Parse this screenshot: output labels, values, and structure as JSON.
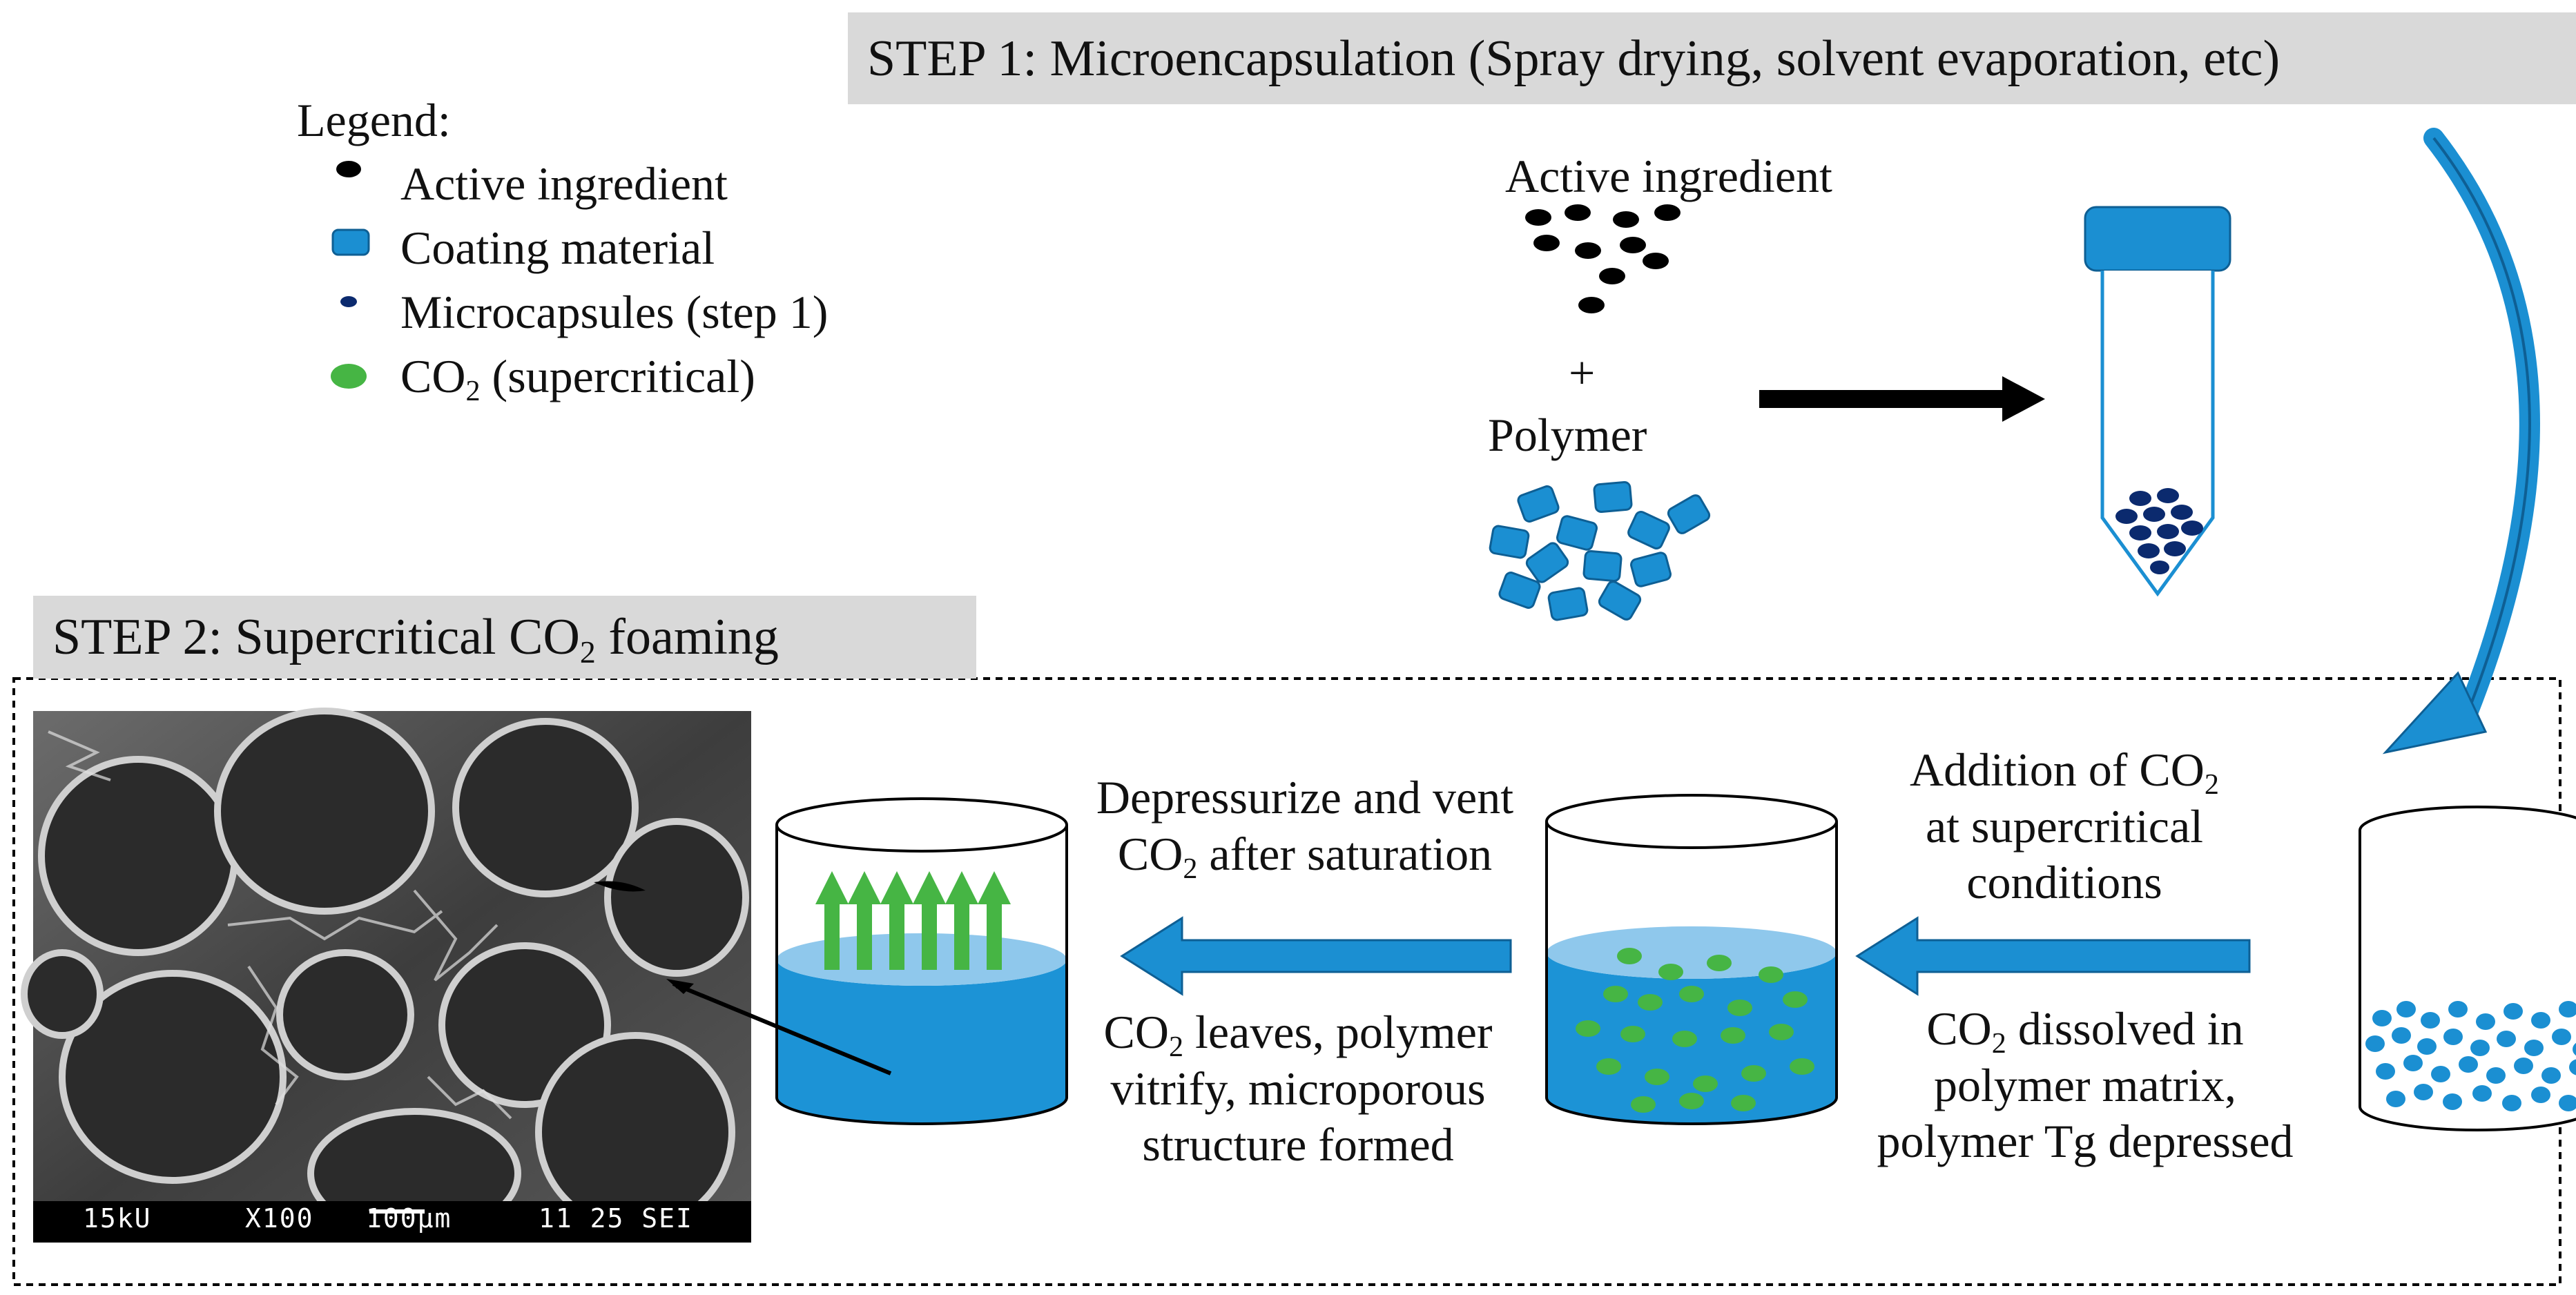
{
  "step1": {
    "banner": "STEP 1: Microencapsulation (Spray drying, solvent evaporation, etc)",
    "active_label": "Active ingredient",
    "plus": "+",
    "polymer_label": "Polymer"
  },
  "step2": {
    "banner_pre": "STEP 2: Supercritical CO",
    "banner_sub": "2",
    "banner_post": " foaming"
  },
  "legend": {
    "title": "Legend:",
    "active": "Active ingredient",
    "coating": "Coating material",
    "microcapsules": "Microcapsules (step 1)",
    "co2_pre": "CO",
    "co2_sub": "2",
    "co2_post": " (supercritical)"
  },
  "beaker1": {
    "addition_pre": "Addition of CO",
    "addition_sub": "2",
    "addition_l2": "at supercritical",
    "addition_l3": "conditions",
    "dissolved_pre": "CO",
    "dissolved_sub": "2",
    "dissolved_post": " dissolved in",
    "dissolved_l2": "polymer matrix,",
    "dissolved_l3": "polymer Tg depressed"
  },
  "beaker2": {
    "depress_l1": "Depressurize and vent",
    "depress_pre": "CO",
    "depress_sub": "2",
    "depress_post": " after saturation",
    "leaves_pre": "CO",
    "leaves_sub": "2",
    "leaves_post": " leaves, polymer",
    "leaves_l2": "vitrify, microporous",
    "leaves_l3": "structure formed"
  },
  "sem": {
    "kv": "15kU",
    "mag": "X100",
    "scale": "100µm",
    "id": "11 25 SEI"
  },
  "colors": {
    "blue": "#1b8fd2",
    "dark_blue": "#0b2a6e",
    "liquid": "#1c93d6",
    "liquid_top": "#8fc8ec",
    "green": "#46b544",
    "banner": "#d9d9d9"
  }
}
